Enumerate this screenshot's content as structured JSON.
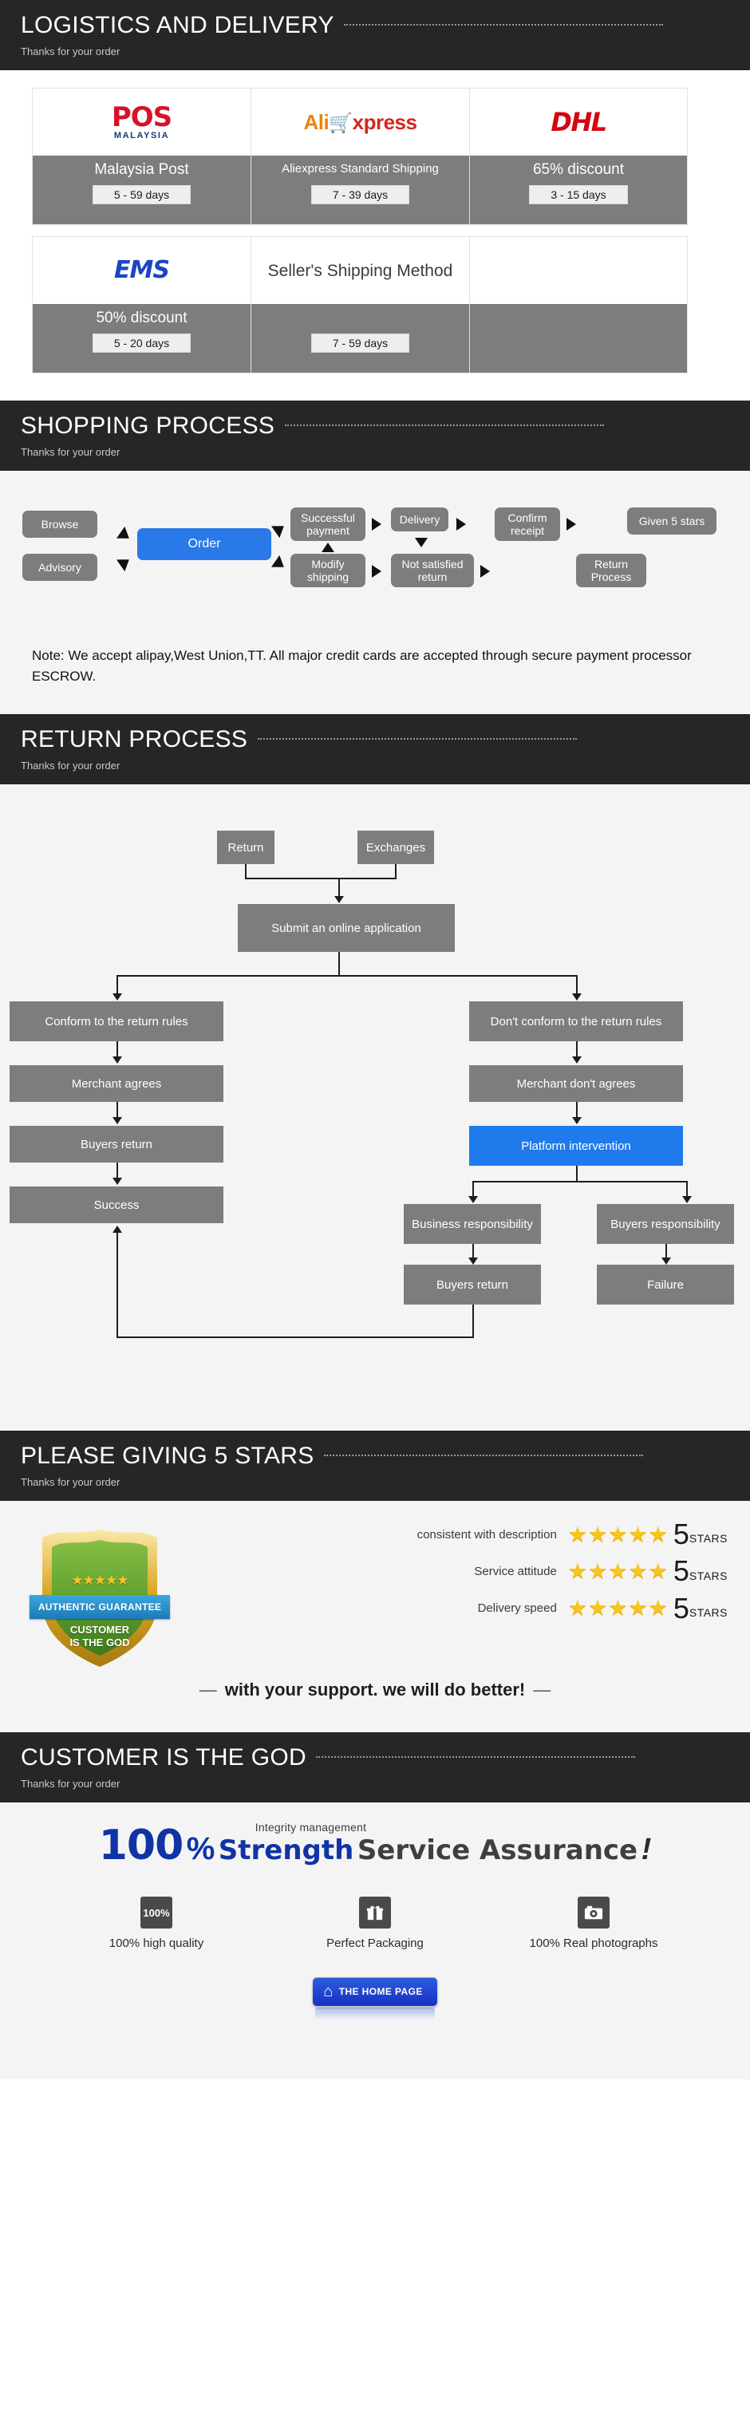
{
  "sections": {
    "logistics": {
      "title": "LOGISTICS AND DELIVERY",
      "subtitle": "Thanks for your order"
    },
    "shopping": {
      "title": "SHOPPING PROCESS",
      "subtitle": "Thanks for your order"
    },
    "return": {
      "title": "RETURN PROCESS",
      "subtitle": "Thanks for your order"
    },
    "stars": {
      "title": "PLEASE GIVING 5 STARS",
      "subtitle": "Thanks for your order"
    },
    "god": {
      "title": "CUSTOMER IS THE GOD",
      "subtitle": "Thanks for your order"
    }
  },
  "shipping_methods": [
    {
      "logo": "pos-malaysia-logo",
      "logo_main": "POS",
      "logo_sub": "MALAYSIA",
      "name": "Malaysia Post",
      "days": "5 - 59  days"
    },
    {
      "logo": "aliexpress-logo",
      "logo_ali": "Ali",
      "logo_xp": "xpress",
      "name": "Aliexpress Standard Shipping",
      "days": "7 - 39  days"
    },
    {
      "logo": "dhl-logo",
      "logo_main": "DHL",
      "name": "65% discount",
      "days": "3 - 15  days"
    },
    {
      "logo": "ems-logo",
      "logo_main": "EMS",
      "name": "50% discount",
      "days": "5 - 20  days"
    },
    {
      "logo": "sellers-shipping-method-text",
      "logo_main": "Seller's Shipping Method",
      "name": "",
      "days": "7 - 59 days"
    },
    {
      "logo": "",
      "logo_main": "",
      "name": "",
      "days": ""
    }
  ],
  "shopping_flow": {
    "nodes": [
      {
        "id": "browse",
        "label": "Browse"
      },
      {
        "id": "advisory",
        "label": "Advisory"
      },
      {
        "id": "order",
        "label": "Order",
        "highlight": true
      },
      {
        "id": "successful-payment",
        "label": "Successful payment"
      },
      {
        "id": "modify-shipping",
        "label": "Modify shipping"
      },
      {
        "id": "delivery",
        "label": "Delivery"
      },
      {
        "id": "not-satisfied-return",
        "label": "Not satisfied return"
      },
      {
        "id": "confirm-receipt",
        "label": "Confirm receipt"
      },
      {
        "id": "return-process",
        "label": "Return Process"
      },
      {
        "id": "given-5-stars",
        "label": "Given 5 stars"
      }
    ],
    "note": "Note: We accept alipay,West Union,TT. All major credit cards are accepted through secure payment processor ESCROW."
  },
  "return_flow": {
    "nodes": [
      {
        "id": "return",
        "label": "Return"
      },
      {
        "id": "exchanges",
        "label": "Exchanges"
      },
      {
        "id": "submit-online-application",
        "label": "Submit an online application"
      },
      {
        "id": "conform-return-rules",
        "label": "Conform to the return rules"
      },
      {
        "id": "dont-conform-return-rules",
        "label": "Don't conform to the return rules"
      },
      {
        "id": "merchant-agrees",
        "label": "Merchant agrees"
      },
      {
        "id": "merchant-dont-agrees",
        "label": "Merchant don't agrees"
      },
      {
        "id": "buyers-return-left",
        "label": "Buyers return"
      },
      {
        "id": "platform-intervention",
        "label": "Platform intervention",
        "highlight": true
      },
      {
        "id": "success",
        "label": "Success"
      },
      {
        "id": "business-responsibility",
        "label": "Business responsibility"
      },
      {
        "id": "buyers-responsibility",
        "label": "Buyers responsibility"
      },
      {
        "id": "buyers-return-right",
        "label": "Buyers return"
      },
      {
        "id": "failure",
        "label": "Failure"
      }
    ]
  },
  "ratings": {
    "badge": {
      "ribbon": "AUTHENTIC GUARANTEE",
      "line1": "CUSTOMER",
      "line2": "IS THE GOD",
      "stars": "★★★★★"
    },
    "rows": [
      {
        "label": "consistent with description",
        "stars": "★★★★★",
        "score": "5",
        "unit": "STARS"
      },
      {
        "label": "Service attitude",
        "stars": "★★★★★",
        "score": "5",
        "unit": "STARS"
      },
      {
        "label": "Delivery speed",
        "stars": "★★★★★",
        "score": "5",
        "unit": "STARS"
      }
    ],
    "support_line": "with your support. we will do better!"
  },
  "assurance": {
    "integrity": "Integrity management",
    "hundred": "100",
    "percent": "%",
    "strength": "Strength",
    "service": "Service Assurance",
    "bang": "!",
    "features": [
      {
        "icon": "percent-100-icon",
        "icon_text": "100%",
        "label": "100% high quality"
      },
      {
        "icon": "gift-box-icon",
        "icon_text": "",
        "label": "Perfect Packaging"
      },
      {
        "icon": "camera-icon",
        "icon_text": "",
        "label": "100% Real photographs"
      }
    ],
    "home_button": {
      "icon": "house-icon",
      "label": "THE HOME PAGE"
    }
  },
  "colors": {
    "header_bg": "#262626",
    "panel_bg": "#f4f4f4",
    "box_gray": "#7d7d7d",
    "accent_blue": "#2979e8",
    "star_gold": "#f7c51e",
    "brand_blue": "#1034a6"
  }
}
